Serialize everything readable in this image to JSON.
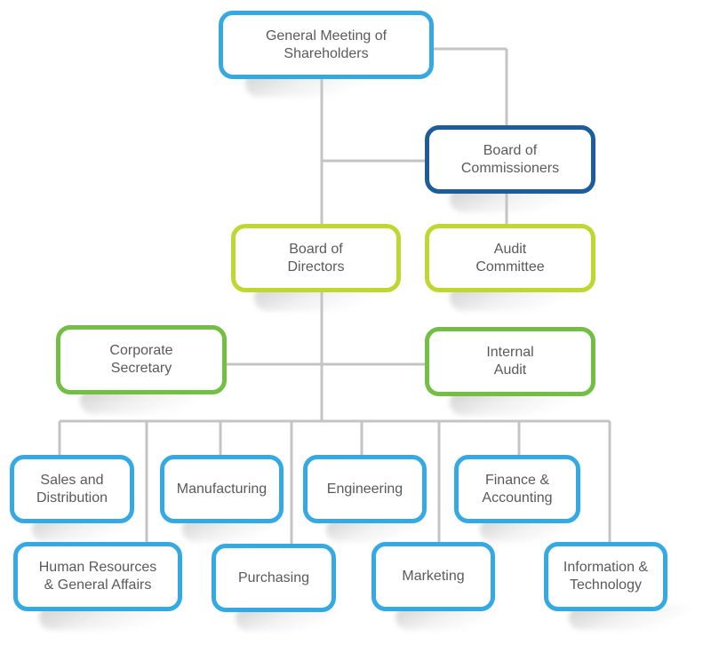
{
  "nodes": {
    "shareholders": {
      "lines": [
        "General Meeting of",
        "Shareholders"
      ]
    },
    "commissioners": {
      "lines": [
        "Board of",
        "Commissioners"
      ]
    },
    "directors": {
      "lines": [
        "Board of",
        "Directors"
      ]
    },
    "audit_committee": {
      "lines": [
        "Audit",
        "Committee"
      ]
    },
    "corporate_secretary": {
      "lines": [
        "Corporate",
        "Secretary"
      ]
    },
    "internal_audit": {
      "lines": [
        "Internal",
        "Audit"
      ]
    },
    "sales": {
      "lines": [
        "Sales and",
        "Distribution"
      ]
    },
    "manufacturing": {
      "lines": [
        "Manufacturing"
      ]
    },
    "engineering": {
      "lines": [
        "Engineering"
      ]
    },
    "finance": {
      "lines": [
        "Finance &",
        "Accounting"
      ]
    },
    "hr": {
      "lines": [
        "Human Resources",
        "& General Affairs"
      ]
    },
    "purchasing": {
      "lines": [
        "Purchasing"
      ]
    },
    "marketing": {
      "lines": [
        "Marketing"
      ]
    },
    "it": {
      "lines": [
        "Information &",
        "Technology"
      ]
    }
  },
  "colors": {
    "blue": "#35a9e1",
    "navy": "#1d5d99",
    "lime": "#bfd730",
    "green": "#72bf44",
    "connector": "#c4c4c4",
    "text": "#5a5a5a"
  }
}
